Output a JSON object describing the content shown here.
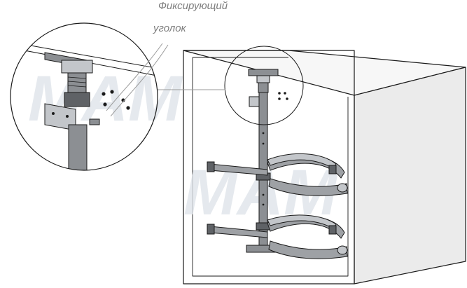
{
  "callout": {
    "line1": "Фиксирующий",
    "line2": "уголок"
  },
  "watermark": {
    "text": "MAM",
    "color": "#dfe4ea"
  },
  "colors": {
    "outline": "#1a1a1a",
    "steel": "#8c8f93",
    "steel_dark": "#5f6266",
    "steel_light": "#c3c6ca",
    "cabinet_side": "#ebebeb",
    "leader": "#9a9a9a"
  }
}
